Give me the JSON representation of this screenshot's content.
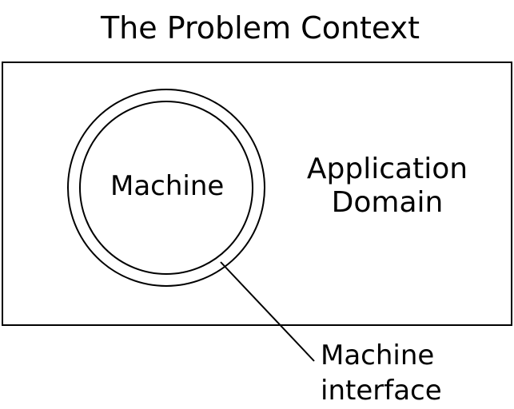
{
  "diagram": {
    "title": "The Problem Context",
    "machine_label": "Machine",
    "domain_label": {
      "line1": "Application",
      "line2": "Domain"
    },
    "interface_label": {
      "line1": "Machine",
      "line2": "interface"
    },
    "colors": {
      "stroke": "#000000",
      "background": "#ffffff"
    }
  }
}
